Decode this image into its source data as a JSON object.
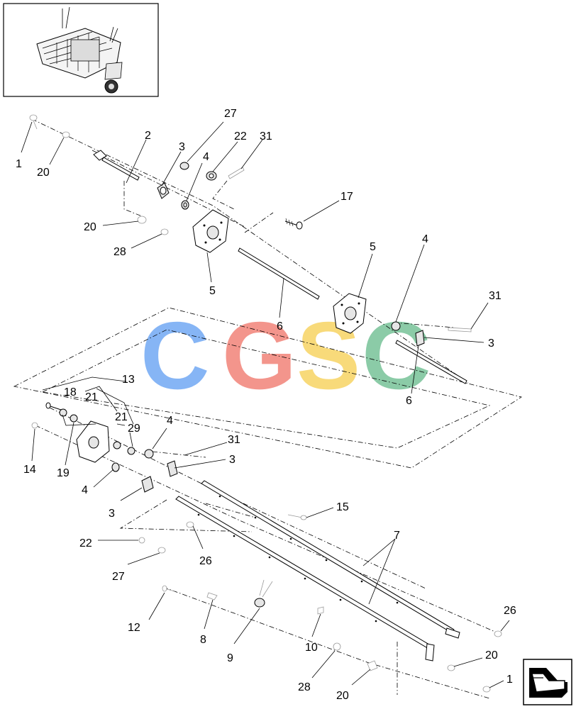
{
  "watermark": {
    "letters": [
      "C",
      "G",
      "S",
      "C"
    ],
    "colors": [
      "#7aaef5",
      "#f28a80",
      "#f8d66c",
      "#7fc69e"
    ]
  },
  "thumbnail_icon": "baler-pickup-thumbnail",
  "nav_icon": "next-page-arrow-icon",
  "callouts": [
    {
      "id": "c1a",
      "text": "1"
    },
    {
      "id": "c20a",
      "text": "20"
    },
    {
      "id": "c2",
      "text": "2"
    },
    {
      "id": "c3a",
      "text": "3"
    },
    {
      "id": "c27a",
      "text": "27"
    },
    {
      "id": "c4a",
      "text": "4"
    },
    {
      "id": "c22a",
      "text": "22"
    },
    {
      "id": "c31a",
      "text": "31"
    },
    {
      "id": "c17",
      "text": "17"
    },
    {
      "id": "c20b",
      "text": "20"
    },
    {
      "id": "c28a",
      "text": "28"
    },
    {
      "id": "c5a",
      "text": "5"
    },
    {
      "id": "c5b",
      "text": "5"
    },
    {
      "id": "c4b",
      "text": "4"
    },
    {
      "id": "c6a",
      "text": "6"
    },
    {
      "id": "c31b",
      "text": "31"
    },
    {
      "id": "c3b",
      "text": "3"
    },
    {
      "id": "c6b",
      "text": "6"
    },
    {
      "id": "c13",
      "text": "13"
    },
    {
      "id": "c18",
      "text": "18"
    },
    {
      "id": "c21a",
      "text": "21"
    },
    {
      "id": "c21b",
      "text": "21"
    },
    {
      "id": "c29",
      "text": "29"
    },
    {
      "id": "c4c",
      "text": "4"
    },
    {
      "id": "c31c",
      "text": "31"
    },
    {
      "id": "c3c",
      "text": "3"
    },
    {
      "id": "c14",
      "text": "14"
    },
    {
      "id": "c19",
      "text": "19"
    },
    {
      "id": "c4d",
      "text": "4"
    },
    {
      "id": "c3d",
      "text": "3"
    },
    {
      "id": "c15",
      "text": "15"
    },
    {
      "id": "c22b",
      "text": "22"
    },
    {
      "id": "c26a",
      "text": "26"
    },
    {
      "id": "c27b",
      "text": "27"
    },
    {
      "id": "c7",
      "text": "7"
    },
    {
      "id": "c12",
      "text": "12"
    },
    {
      "id": "c8",
      "text": "8"
    },
    {
      "id": "c9",
      "text": "9"
    },
    {
      "id": "c10",
      "text": "10"
    },
    {
      "id": "c26b",
      "text": "26"
    },
    {
      "id": "c20c",
      "text": "20"
    },
    {
      "id": "c28b",
      "text": "28"
    },
    {
      "id": "c20d",
      "text": "20"
    },
    {
      "id": "c1b",
      "text": "1"
    }
  ]
}
